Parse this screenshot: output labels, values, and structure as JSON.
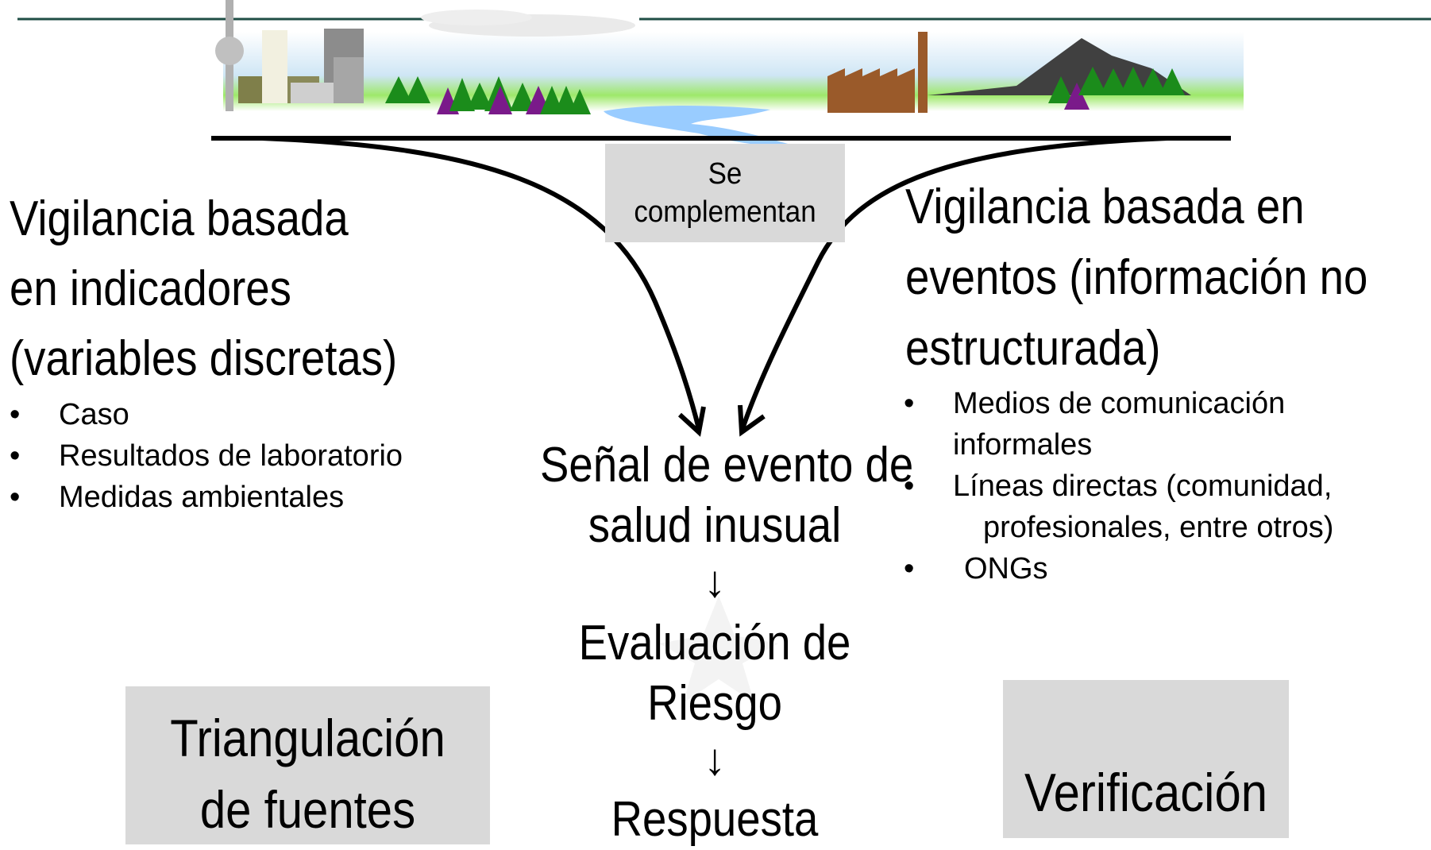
{
  "left_panel": {
    "title_lines": [
      "Vigilancia basada",
      "en indicadores",
      "(variables discretas)"
    ],
    "bullets": [
      "Caso",
      "Resultados de laboratorio",
      "Medidas ambientales"
    ]
  },
  "right_panel": {
    "title_lines": [
      "Vigilancia basada en",
      "eventos (información no",
      "estructurada)"
    ],
    "bullets": [
      {
        "line1": "Medios de comunicación",
        "line2": "informales"
      },
      {
        "line1": "Líneas directas (comunidad,",
        "line2": "profesionales, entre otros)"
      },
      {
        "line1": "ONGs",
        "line2": ""
      }
    ]
  },
  "complement_box": {
    "line1": "Se",
    "line2": "complementan"
  },
  "flow": {
    "signal_line1": "Señal de evento de",
    "signal_line2": "salud inusual",
    "arrow_glyph": "↓",
    "risk_line1": "Evaluación de",
    "risk_line2": "Riesgo",
    "response": "Respuesta"
  },
  "triangulation_box": {
    "line1": "Triangulación",
    "line2": "de fuentes"
  },
  "verification_box": {
    "label": "Verificación"
  },
  "bullet_glyph": "•",
  "colors": {
    "header_line": "#1f4e45",
    "sky": "#d6ecf8",
    "grass": "#8ee05a",
    "tree_green": "#1b8c1b",
    "tree_purple": "#7a1a8a",
    "factory": "#9a5a2a",
    "water": "#99ccff",
    "box_gray": "#d9d9d9"
  }
}
